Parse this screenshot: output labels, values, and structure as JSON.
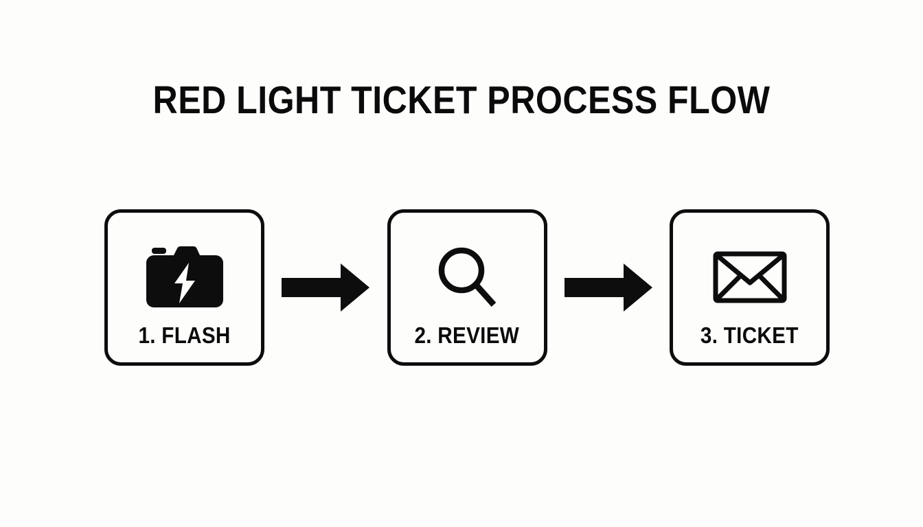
{
  "title": "RED LIGHT TICKET PROCESS FLOW",
  "colors": {
    "background": "#fdfdfb",
    "ink": "#0b0b0b",
    "stroke": "#0d0d0d"
  },
  "diagram": {
    "type": "process-flow",
    "orientation": "horizontal",
    "step_count": 3,
    "connector": "solid-block-arrow",
    "steps": [
      {
        "number": "1",
        "label": "1. FLASH",
        "name": "FLASH",
        "icon": "camera-flash-icon",
        "icon_style": "solid"
      },
      {
        "number": "2",
        "label": "2. REVIEW",
        "name": "REVIEW",
        "icon": "magnifying-glass-icon",
        "icon_style": "outline"
      },
      {
        "number": "3",
        "label": "3. TICKET",
        "name": "TICKET",
        "icon": "envelope-icon",
        "icon_style": "outline"
      }
    ],
    "arrows": [
      {
        "from": "1. FLASH",
        "to": "2. REVIEW",
        "direction": "right"
      },
      {
        "from": "2. REVIEW",
        "to": "3. TICKET",
        "direction": "right"
      }
    ]
  }
}
